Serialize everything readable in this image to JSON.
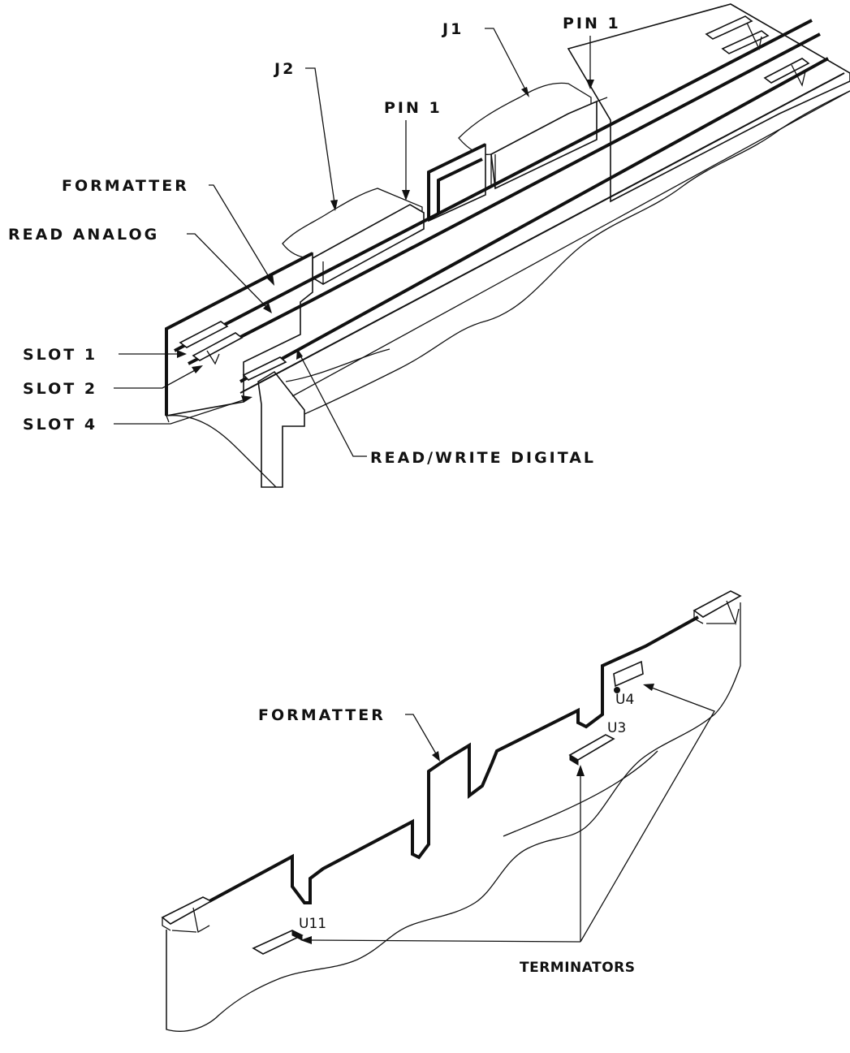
{
  "top_view": {
    "labels": {
      "j1": "J1",
      "j2": "J2",
      "pin1_right": "PIN 1",
      "pin1_left": "PIN 1",
      "formatter": "FORMATTER",
      "read_analog": "READ ANALOG",
      "slot1": "SLOT 1",
      "slot2": "SLOT 2",
      "slot4": "SLOT 4",
      "read_write_digital": "READ/WRITE DIGITAL"
    }
  },
  "bottom_view": {
    "labels": {
      "formatter": "FORMATTER",
      "terminators": "TERMINATORS",
      "u11": "U11",
      "u3": "U3",
      "u4": "U4"
    }
  }
}
